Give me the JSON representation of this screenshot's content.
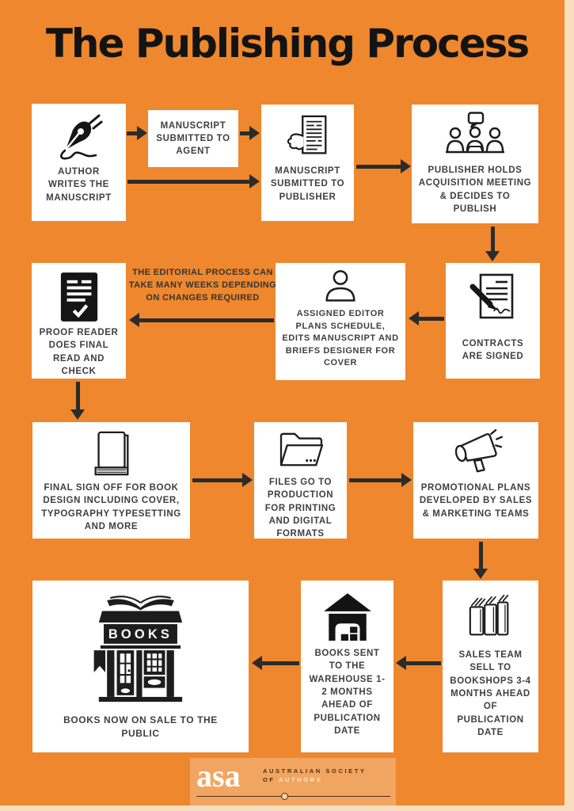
{
  "title": "The Publishing Process",
  "colors": {
    "background": "#EE872D",
    "box": "#FFFFFF",
    "text": "#3F3F3F",
    "arrow": "#2B2B2B",
    "title": "#131313",
    "edge_strip": "#F8DEBC"
  },
  "steps": {
    "author": {
      "icon": "fountain-pen-icon",
      "label": "AUTHOR WRITES THE MANUSCRIPT"
    },
    "agent": {
      "label": "MANUSCRIPT SUBMITTED TO AGENT"
    },
    "publisher": {
      "icon": "manuscript-hand-icon",
      "label": "MANUSCRIPT SUBMITTED TO PUBLISHER"
    },
    "acquisition": {
      "icon": "meeting-icon",
      "label": "PUBLISHER HOLDS ACQUISITION MEETING & DECIDES TO PUBLISH"
    },
    "contracts": {
      "icon": "signed-contract-icon",
      "label": "CONTRACTS ARE SIGNED"
    },
    "editor": {
      "icon": "person-icon",
      "label": "ASSIGNED EDITOR PLANS SCHEDULE, EDITS MANUSCRIPT AND BRIEFS DESIGNER FOR COVER"
    },
    "editorial_note": "THE EDITORIAL PROCESS CAN TAKE MANY WEEKS DEPENDING ON CHANGES REQUIRED",
    "proofread": {
      "icon": "checked-document-icon",
      "label": "PROOF READER DOES FINAL READ AND CHECK"
    },
    "design": {
      "icon": "book-icon",
      "label": "FINAL SIGN OFF FOR BOOK DESIGN INCLUDING COVER, TYPOGRAPHY TYPESETTING AND MORE"
    },
    "production": {
      "icon": "folder-icon",
      "label": "FILES GO TO PRODUCTION FOR PRINTING AND DIGITAL FORMATS"
    },
    "promotion": {
      "icon": "megaphone-icon",
      "label": "PROMOTIONAL PLANS DEVELOPED BY SALES & MARKETING TEAMS"
    },
    "sales": {
      "icon": "books-icon",
      "label": "SALES TEAM SELL TO BOOKSHOPS 3-4 MONTHS AHEAD OF PUBLICATION DATE"
    },
    "warehouse": {
      "icon": "warehouse-icon",
      "label": "BOOKS SENT TO THE WAREHOUSE 1-2 MONTHS AHEAD OF PUBLICATION DATE"
    },
    "retail": {
      "icon": "bookshop-icon",
      "label": "BOOKS NOW ON SALE TO THE PUBLIC",
      "sign": "BOOKS"
    }
  },
  "footer": {
    "logo": "asa",
    "org_line1": "AUSTRALIAN SOCIETY",
    "org_line2_of": "OF",
    "org_line2_authors": "AUTHORS"
  }
}
